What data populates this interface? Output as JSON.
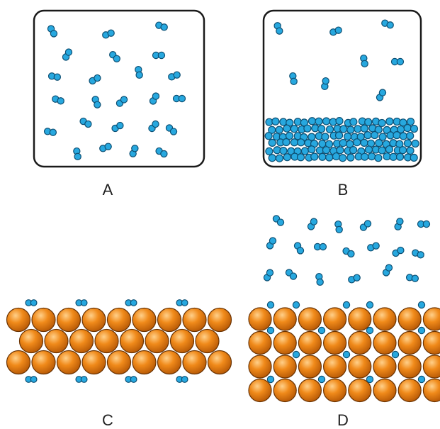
{
  "colors": {
    "molecule_fill": "#27a8df",
    "molecule_stroke": "#0d4f73",
    "metal_highlight": "#ffd08a",
    "metal_mid": "#f08a1a",
    "metal_dark": "#b85a06",
    "metal_stroke": "#6a3303",
    "container_stroke": "#1a1a1a",
    "label_color": "#222222"
  },
  "panels": [
    {
      "id": "A",
      "label": "A"
    },
    {
      "id": "B",
      "label": "B"
    },
    {
      "id": "C",
      "label": "C"
    },
    {
      "id": "D",
      "label": "D"
    }
  ]
}
